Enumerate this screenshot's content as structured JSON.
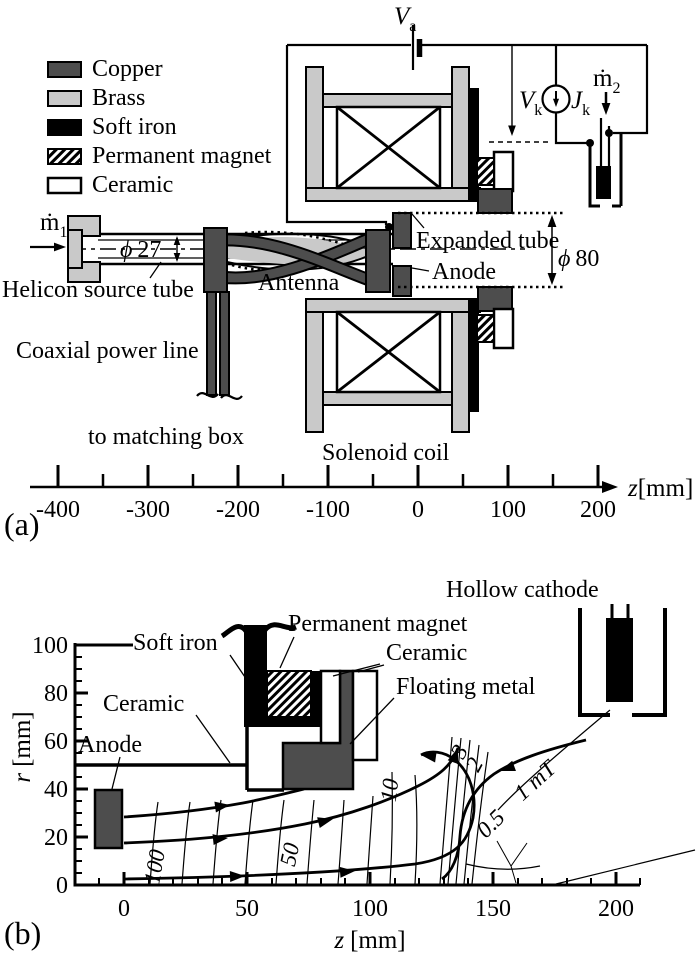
{
  "figure": {
    "panel_a_tag": "(a)",
    "panel_b_tag": "(b)"
  },
  "panel_a": {
    "legend": [
      {
        "label": "Copper"
      },
      {
        "label": "Brass"
      },
      {
        "label": "Soft iron"
      },
      {
        "label": "Permanent magnet"
      },
      {
        "label": "Ceramic"
      }
    ],
    "labels": {
      "va_base": "V",
      "va_sub": "a",
      "vk_base": "V",
      "vk_sub": "k",
      "jk_base": "J",
      "jk_sub": "k",
      "m1_base": "ṁ",
      "m1_sub": "1",
      "m2_base": "ṁ",
      "m2_sub": "2",
      "phi27_sym": "ϕ",
      "phi27_val": "27",
      "phi80_sym": "ϕ",
      "phi80_val": "80",
      "expanded_tube": "Expanded tube",
      "anode": "Anode",
      "helicon_source_tube": "Helicon source tube",
      "antenna": "Antenna",
      "coaxial_power_line": "Coaxial power line",
      "to_matching_box": "to matching box",
      "solenoid_coil": "Solenoid coil"
    },
    "axis": {
      "var": "z",
      "unit": "[mm]",
      "ticks": [
        "-400",
        "-300",
        "-200",
        "-100",
        "0",
        "100",
        "200"
      ]
    }
  },
  "panel_b": {
    "labels": {
      "soft_iron": "Soft iron",
      "permanent_magnet": "Permanent magnet",
      "ceramic_upper": "Ceramic",
      "ceramic_lower": "Ceramic",
      "anode": "Anode",
      "floating_metal": "Floating metal",
      "hollow_cathode": "Hollow cathode"
    },
    "x_axis": {
      "var": "z",
      "unit": "[mm]",
      "ticks": [
        "0",
        "50",
        "100",
        "150",
        "200"
      ]
    },
    "y_axis": {
      "var": "r",
      "unit": "[mm]",
      "ticks": [
        "100",
        "80",
        "60",
        "40",
        "20",
        "0"
      ]
    },
    "contour_labels": {
      "c100": "100",
      "c50": "50",
      "c10": "10",
      "c3": "3",
      "c2": "2",
      "c1": "1 mT",
      "c05": "0.5"
    },
    "field_contours_mT": [
      100,
      50,
      10,
      3,
      2,
      1,
      0.5
    ]
  },
  "colors": {
    "copper": "#4d4d4d",
    "brass": "#c9c9c9",
    "soft_iron": "#000000",
    "ceramic": "#ffffff",
    "background": "#ffffff"
  }
}
